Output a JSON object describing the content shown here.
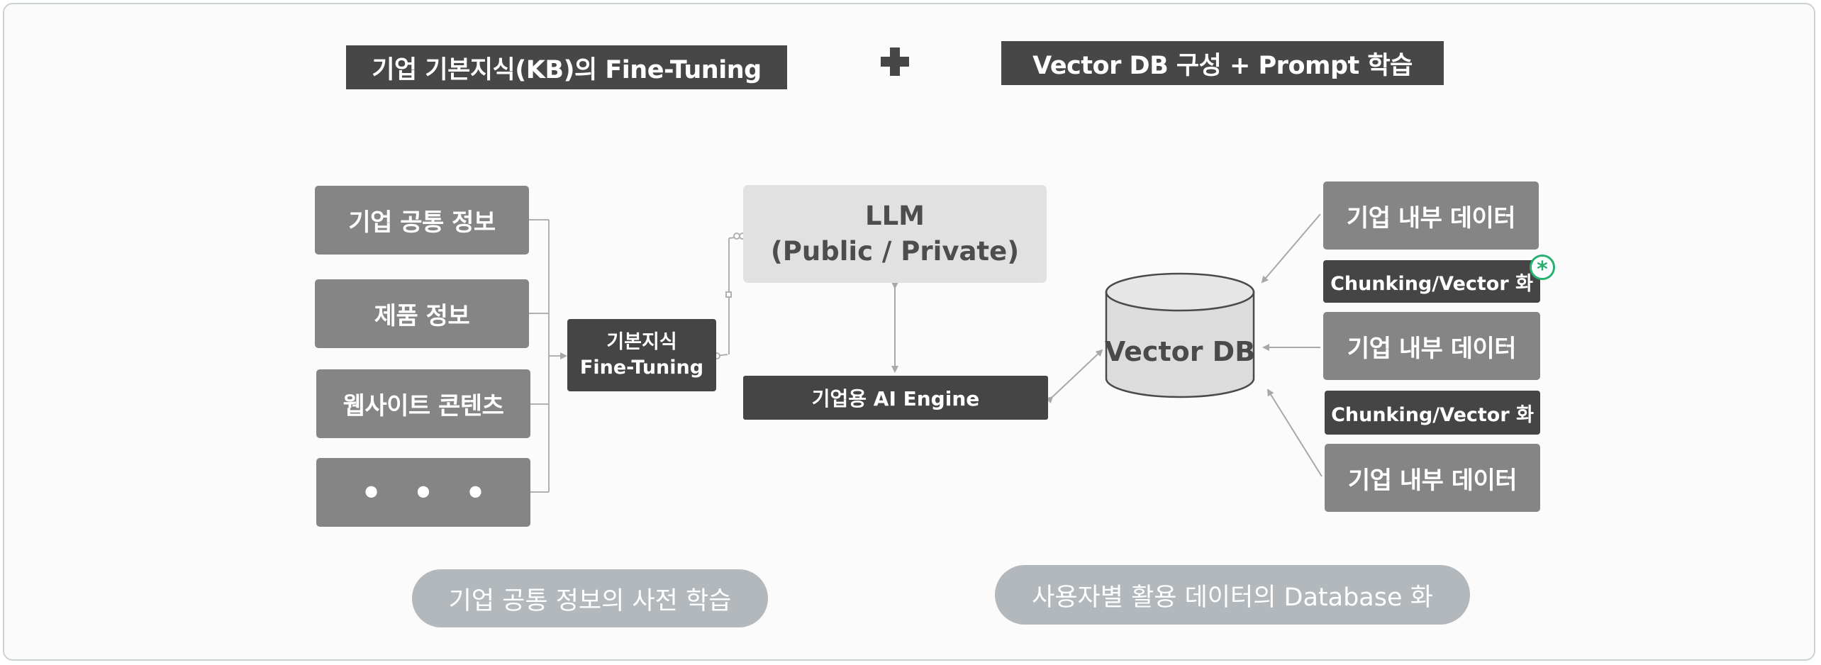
{
  "header": {
    "left_title": "기업 기본지식(KB)의 Fine-Tuning",
    "plus": "+",
    "right_title": "Vector DB 구성 + Prompt 학습"
  },
  "sources": {
    "item1": "기업 공통 정보",
    "item2": "제품 정보",
    "item3": "웹사이트 콘텐츠",
    "item4": "• • •"
  },
  "finetune": {
    "line1": "기본지식",
    "line2": "Fine-Tuning"
  },
  "llm": {
    "line1": "LLM",
    "line2": "(Public / Private)"
  },
  "engine": {
    "label": "기업용 AI Engine"
  },
  "vector_db": {
    "label": "Vector DB"
  },
  "internal_data": {
    "item1": "기업 내부 데이터",
    "chunk1": "Chunking/Vector 화",
    "item2": "기업 내부 데이터",
    "chunk2": "Chunking/Vector 화",
    "item3": "기업 내부 데이터",
    "star": "*"
  },
  "captions": {
    "left": "기업 공통 정보의 사전 학습",
    "right": "사용자별 활용 데이터의 Database 화"
  },
  "colors": {
    "header_bar": "#474747",
    "source_box": "#858585",
    "dark_box": "#454545",
    "llm_box": "#e1e1e1",
    "caption_pill": "#b3b8bc",
    "cylinder_fill": "#dcdcdc",
    "connector": "#a8a8a8",
    "star_accent": "#28b070"
  }
}
